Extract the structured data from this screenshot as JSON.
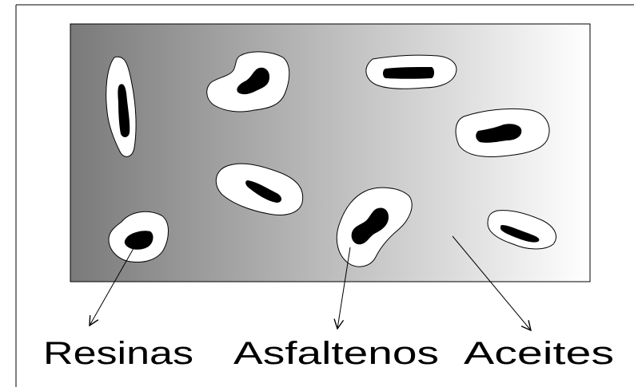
{
  "labels": {
    "resins": "Resinas",
    "asphaltenes": "Asfaltenos",
    "oils": "Aceites"
  },
  "colors": {
    "gradient_dark": "#7a7a7a",
    "gradient_light": "#ffffff",
    "resin_fill": "#ffffff",
    "asphaltene_fill": "#000000",
    "outline": "#000000"
  }
}
